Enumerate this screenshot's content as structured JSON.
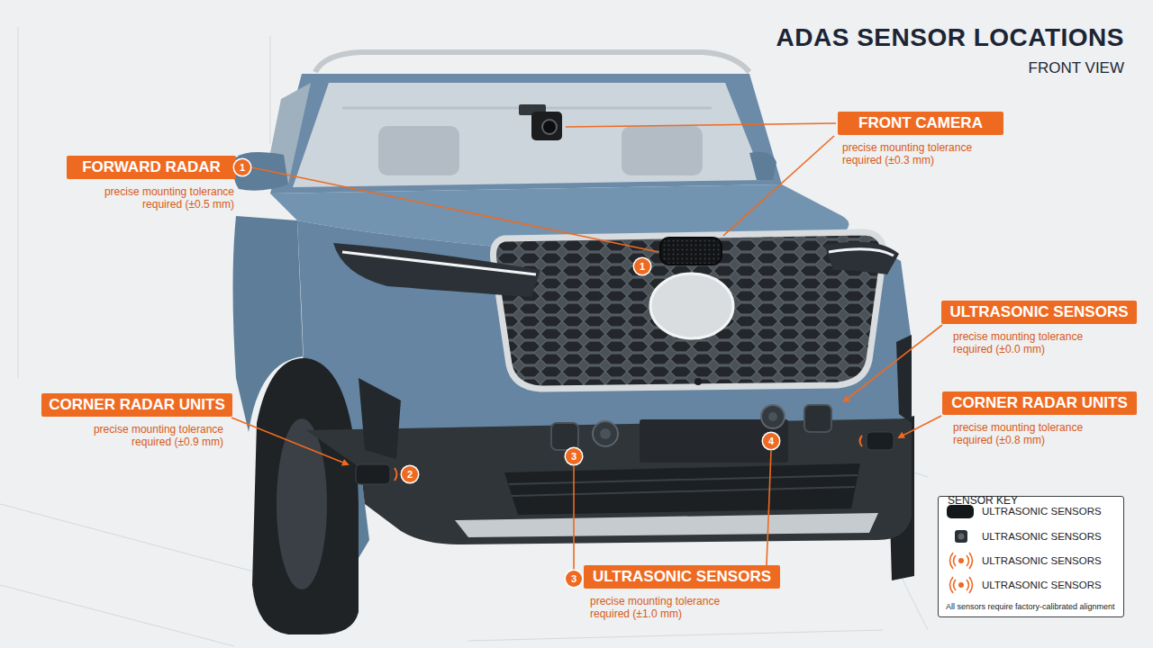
{
  "diagram": {
    "title": "ADAS SENSOR LOCATIONS",
    "nodes": [
      {
        "text": [
          "FRONT CAMERA",
          "precise mounting tolerance required (±0.3 mm)"
        ]
      },
      {
        "text": [
          "FORWARD RADAR",
          "precise mounting tolerance required (±0.5 mm)"
        ]
      },
      {
        "text": [
          "ULTRASONIC SENSORS",
          "precise mounting tolerance required (±0.0 mm)"
        ]
      },
      {
        "text": [
          "CORNER RADAR UNITS",
          "precise mounting tolerance required (±0.9 mm)"
        ]
      },
      {
        "text": [
          "CORNER RADAR UNITS",
          "precise mounting tolerance required (±0.8 mm)"
        ]
      },
      {
        "text": [
          "ULTRASONIC SENSORS",
          "precise mounting tolerance required (±1.0 mm)"
        ]
      }
    ],
    "labels": [
      "FRONT VIEW",
      "1",
      "1",
      "2",
      "3",
      "4",
      "3",
      "SENSOR KEY",
      "All sensors require factory-calibrated alignment"
    ],
    "legend": [
      {
        "text": "ULTRASONIC SENSORS"
      },
      {
        "text": "ULTRASONIC SENSORS"
      },
      {
        "text": "ULTRASONIC SENSORS"
      },
      {
        "text": "ULTRASONIC SENSORS"
      }
    ]
  }
}
